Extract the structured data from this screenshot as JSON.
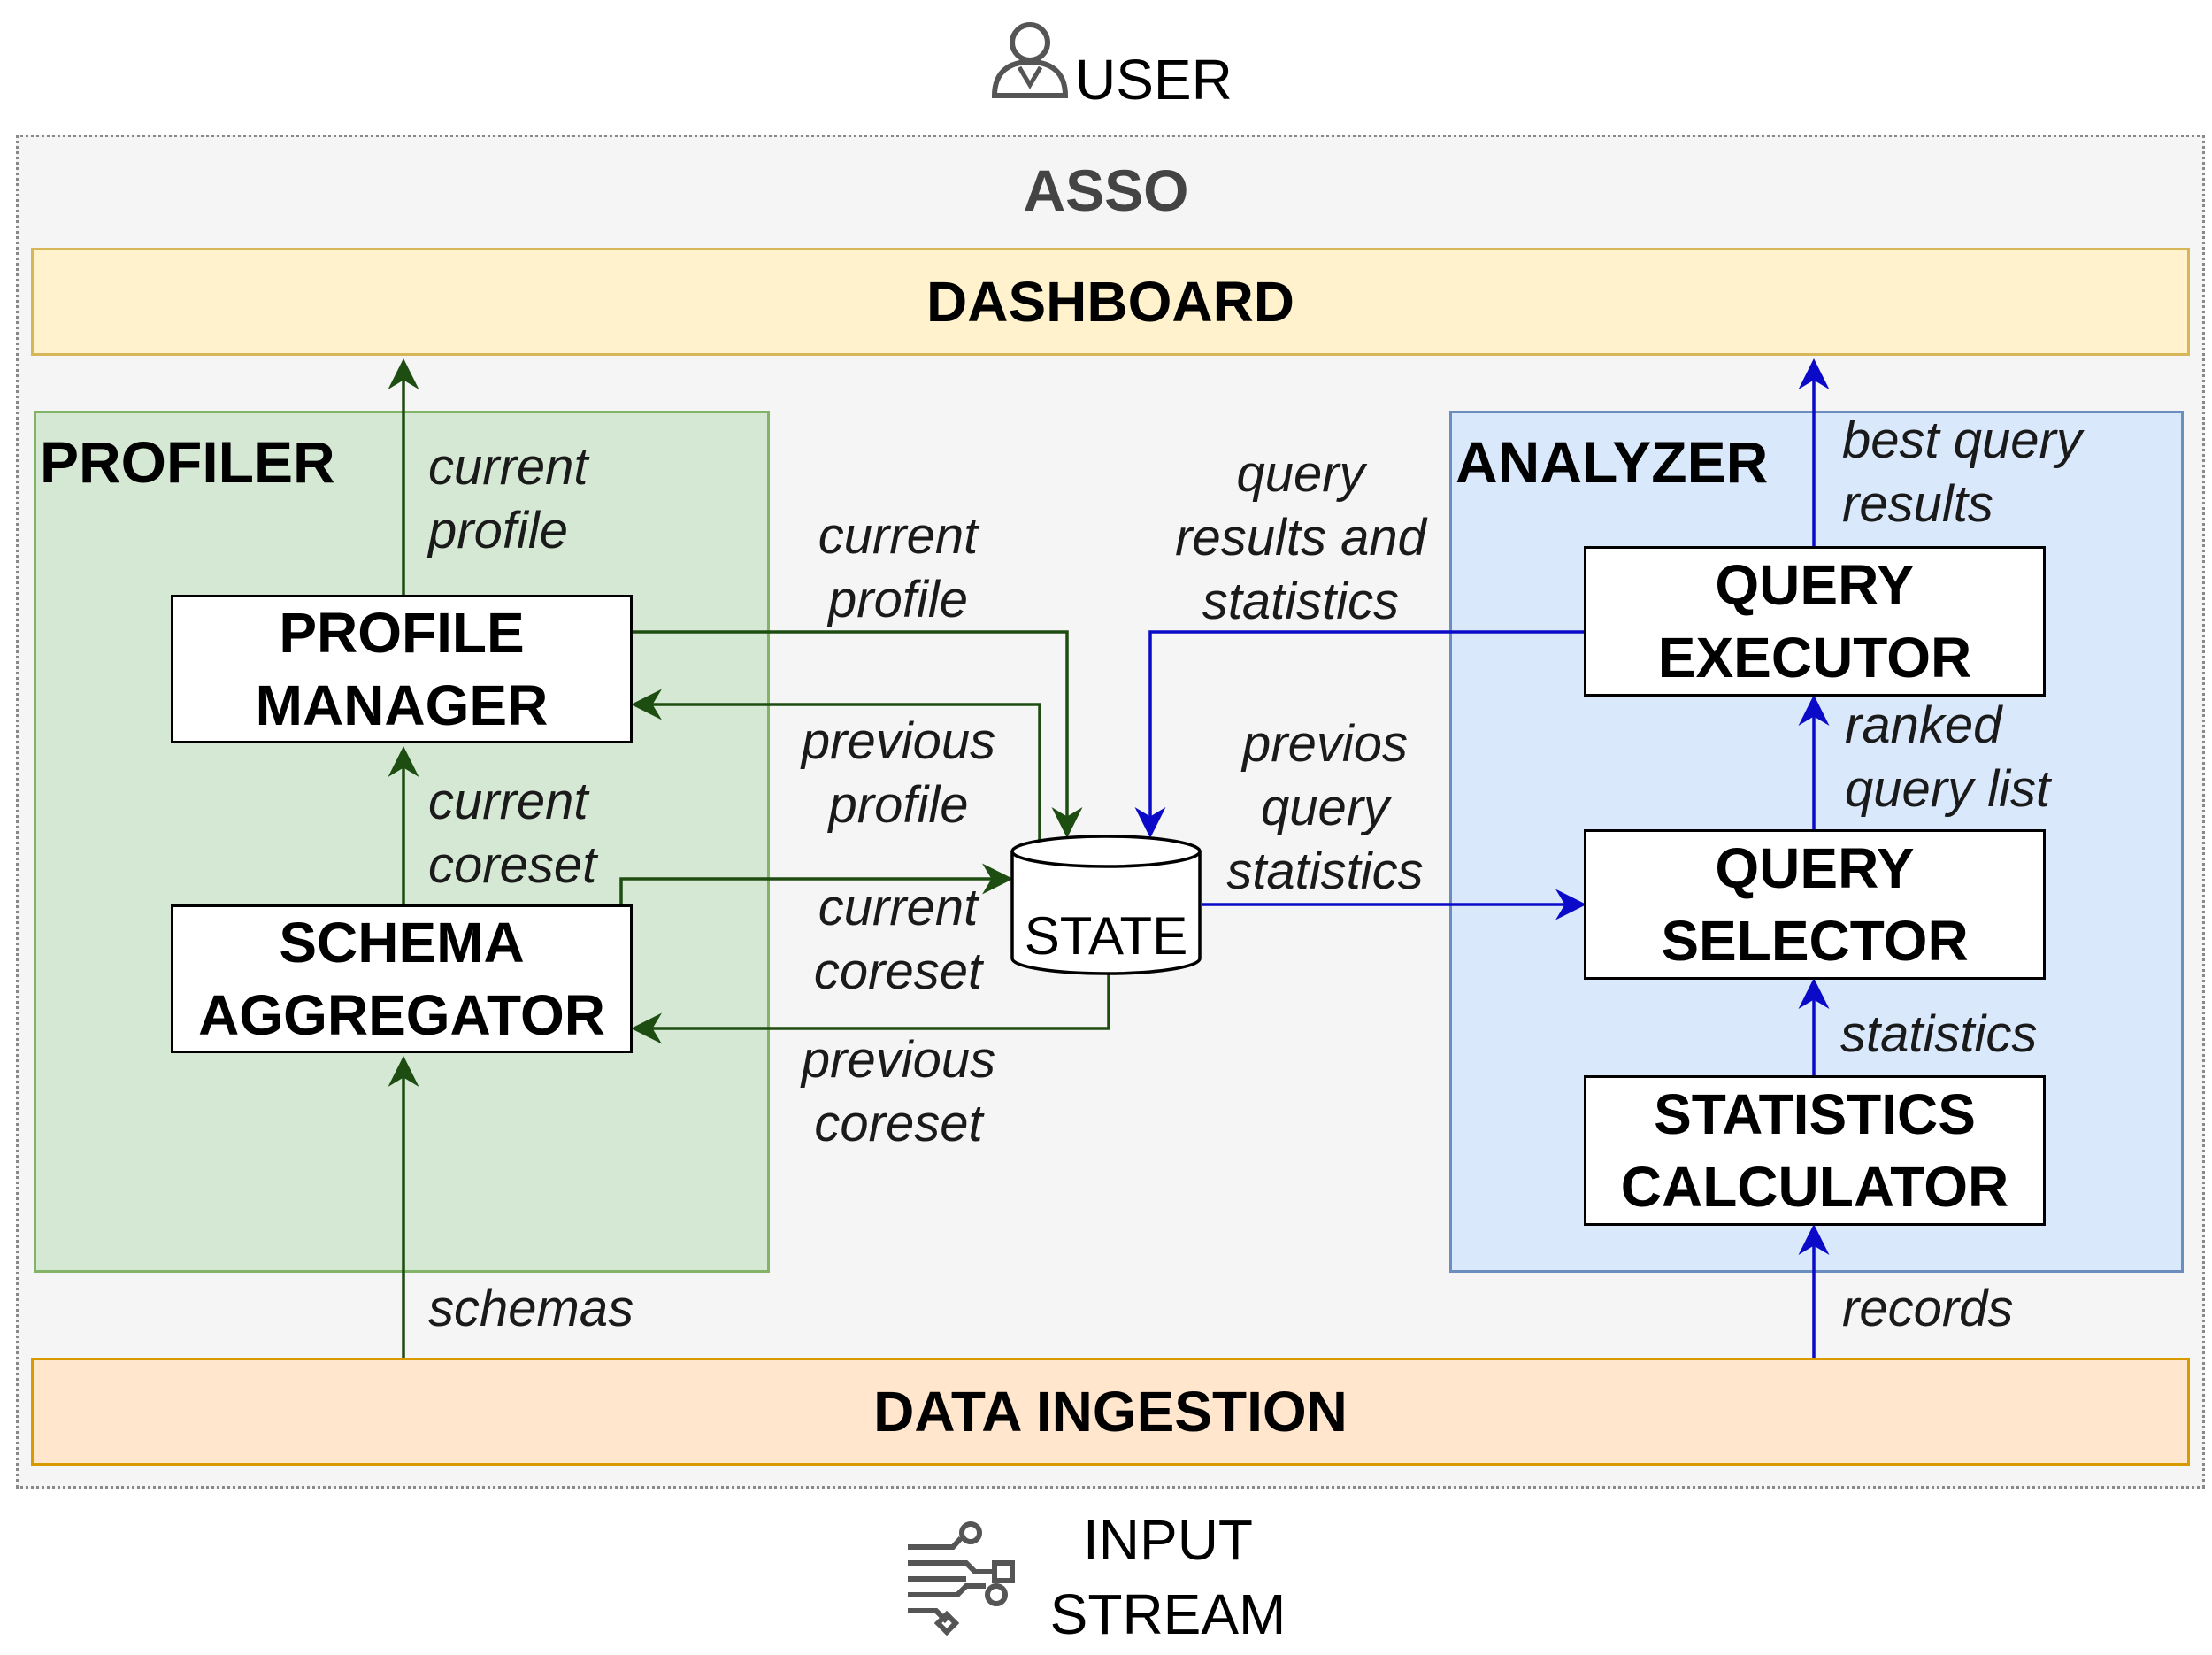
{
  "user": {
    "label": "USER",
    "icon": "user-icon"
  },
  "system": {
    "title": "ASSO"
  },
  "dashboard": {
    "label": "DASHBOARD",
    "color": "#fff2cc",
    "border": "#d6b656"
  },
  "profiler": {
    "title": "PROFILER",
    "color": "#d5e8d4",
    "border": "#82b366",
    "profile_manager": {
      "line1": "PROFILE",
      "line2": "MANAGER"
    },
    "schema_aggregator": {
      "line1": "SCHEMA",
      "line2": "AGGREGATOR"
    }
  },
  "analyzer": {
    "title": "ANALYZER",
    "color": "#dae8fc",
    "border": "#6c8ebf",
    "query_executor": {
      "line1": "QUERY",
      "line2": "EXECUTOR"
    },
    "query_selector": {
      "line1": "QUERY",
      "line2": "SELECTOR"
    },
    "statistics_calculator": {
      "line1": "STATISTICS",
      "line2": "CALCULATOR"
    }
  },
  "state": {
    "label": "STATE"
  },
  "data_ingestion": {
    "label": "DATA INGESTION",
    "color": "#ffe6cc",
    "border": "#d79b00"
  },
  "input_stream": {
    "line1": "INPUT",
    "line2": "STREAM",
    "icon": "stream-icon"
  },
  "edges": {
    "profiler_to_dashboard": {
      "line1": "current",
      "line2": "profile"
    },
    "manager_to_state": {
      "line1": "current",
      "line2": "profile"
    },
    "state_to_manager": {
      "line1": "previous",
      "line2": "profile"
    },
    "aggregator_to_manager": {
      "line1": "current",
      "line2": "coreset"
    },
    "aggregator_to_state": {
      "line1": "current",
      "line2": "coreset"
    },
    "state_to_aggregator": {
      "line1": "previous",
      "line2": "coreset"
    },
    "ingestion_to_aggregator": {
      "line1": "schemas"
    },
    "executor_to_state": {
      "line1": "query",
      "line2": "results and",
      "line3": "statistics"
    },
    "state_to_selector": {
      "line1": "previos",
      "line2": "query",
      "line3": "statistics"
    },
    "executor_to_dashboard": {
      "line1": "best query",
      "line2": "results"
    },
    "selector_to_executor": {
      "line1": "ranked",
      "line2": "query list"
    },
    "calculator_to_selector": {
      "line1": "statistics"
    },
    "ingestion_to_calculator": {
      "line1": "records"
    }
  },
  "colors": {
    "green_arrow": "#1e4d12",
    "blue_arrow": "#0a0ac8",
    "outer_bg": "#f5f5f5"
  }
}
